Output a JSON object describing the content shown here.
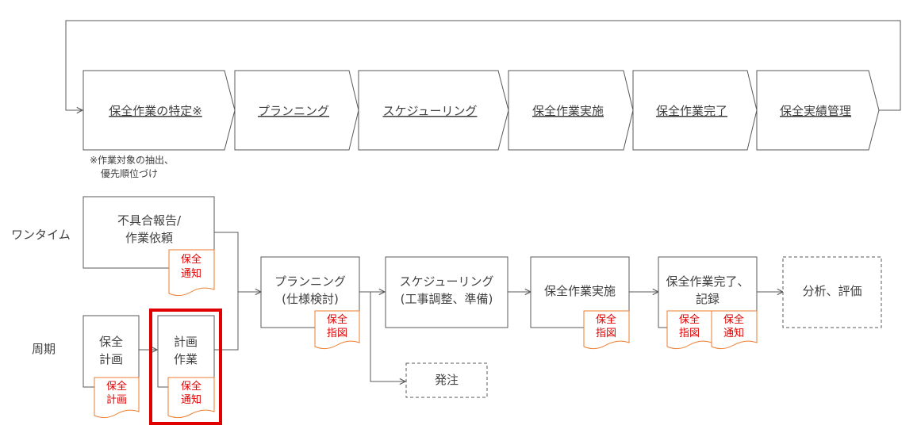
{
  "top_flow": {
    "steps": [
      "保全作業の特定※",
      "プランニング",
      "スケジューリング",
      "保全作業実施",
      "保全作業完了",
      "保全実績管理"
    ],
    "footnote": [
      "※作業対象の抽出、",
      "優先順位づけ"
    ]
  },
  "rows": {
    "onetime": "ワンタイム",
    "periodic": "周期"
  },
  "boxes": {
    "defect_report": [
      "不具合報告/",
      "作業依頼"
    ],
    "maint_plan": [
      "保全",
      "計画"
    ],
    "plan_work": [
      "計画",
      "作業"
    ],
    "planning": [
      "プランニング",
      "(仕様検討)"
    ],
    "scheduling": [
      "スケジューリング",
      "(工事調整、準備)"
    ],
    "execution": "保全作業実施",
    "completion": [
      "保全作業完了、",
      "記録"
    ],
    "analysis": "分析、評価",
    "order": "発注"
  },
  "docs": {
    "notice": [
      "保全",
      "通知"
    ],
    "instruction": [
      "保全",
      "指図"
    ],
    "plan": [
      "保全",
      "計画"
    ]
  },
  "colors": {
    "line": "#595959",
    "text": "#404040",
    "doc_border": "#ed7d31",
    "doc_text": "#e00000",
    "highlight": "#e00000"
  }
}
